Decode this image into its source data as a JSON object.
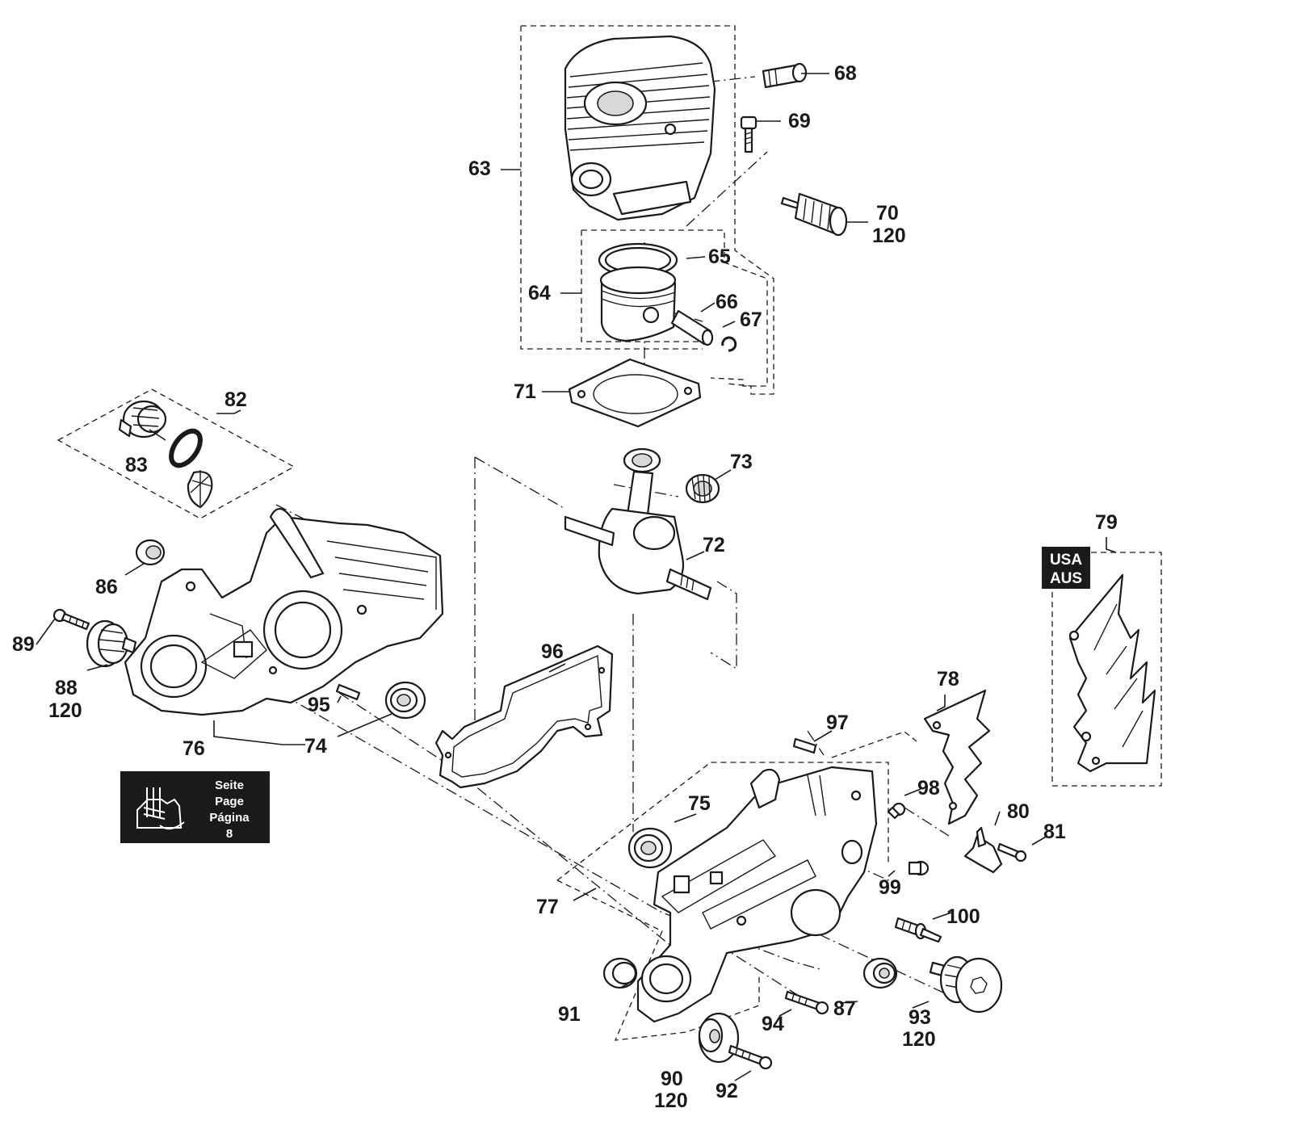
{
  "labels": {
    "p63": "63",
    "p64": "64",
    "p65": "65",
    "p66": "66",
    "p67": "67",
    "p68": "68",
    "p69": "69",
    "p70": "70",
    "p70b": "120",
    "p71": "71",
    "p72": "72",
    "p73": "73",
    "p74": "74",
    "p75": "75",
    "p76": "76",
    "p77": "77",
    "p78": "78",
    "p79": "79",
    "p80": "80",
    "p81": "81",
    "p82": "82",
    "p83": "83",
    "p86": "86",
    "p87": "87",
    "p88": "88",
    "p88b": "120",
    "p89": "89",
    "p90": "90",
    "p90b": "120",
    "p91": "91",
    "p92": "92",
    "p93": "93",
    "p93b": "120",
    "p94": "94",
    "p95": "95",
    "p96": "96",
    "p97": "97",
    "p98": "98",
    "p99": "99",
    "p100": "100"
  },
  "region_box": {
    "line1": "USA",
    "line2": "AUS"
  },
  "page_ref": {
    "line1": "Seite",
    "line2": "Page",
    "line3": "Página",
    "line4": "8",
    "icon": "tool-ref-icon"
  },
  "colors": {
    "ink": "#1a1a1a",
    "background": "#ffffff",
    "box_fill": "#1a1a1a",
    "box_text": "#ffffff"
  }
}
